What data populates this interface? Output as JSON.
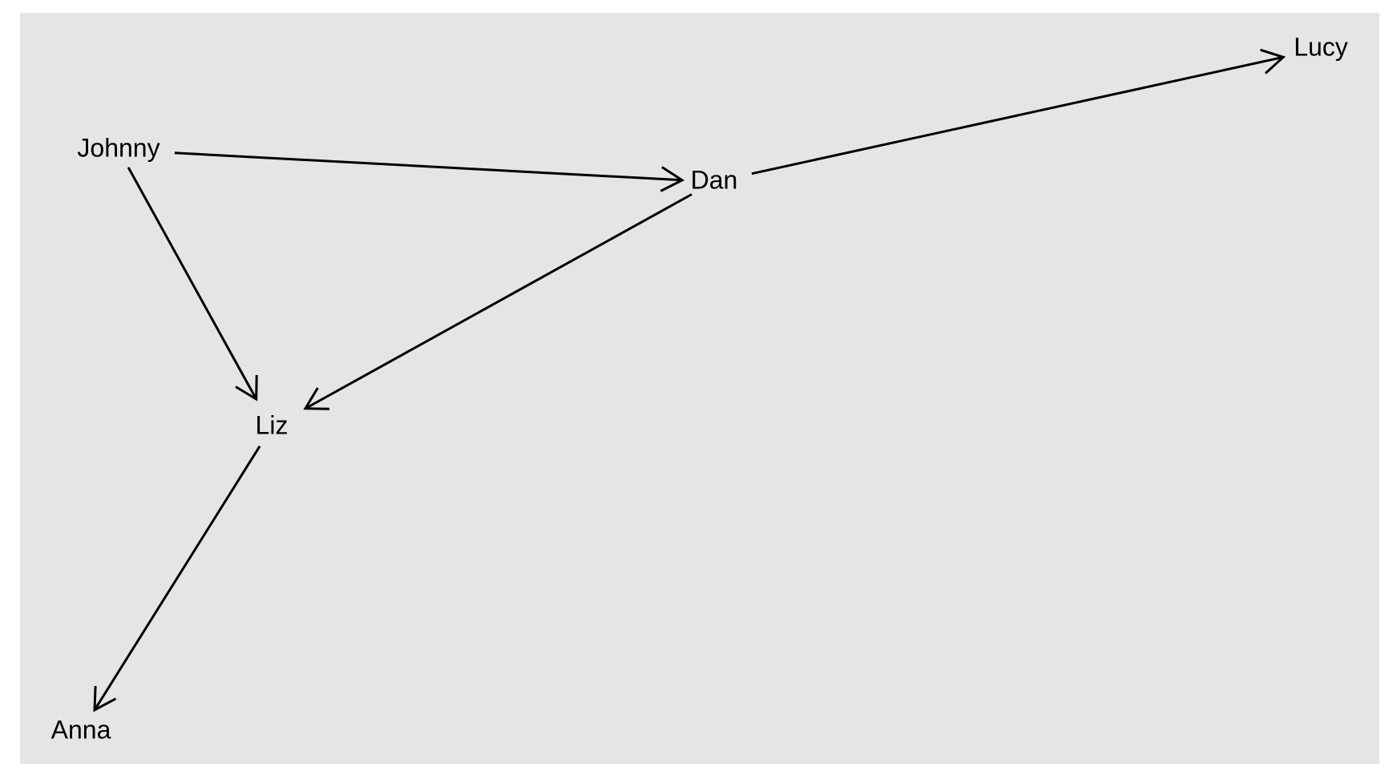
{
  "diagram": {
    "type": "directed-graph",
    "background_color": "#e5e5e5",
    "edge_color": "#000000",
    "label_color": "#000000",
    "nodes": [
      {
        "id": "johnny",
        "label": "Johnny"
      },
      {
        "id": "dan",
        "label": "Dan"
      },
      {
        "id": "lucy",
        "label": "Lucy"
      },
      {
        "id": "liz",
        "label": "Liz"
      },
      {
        "id": "anna",
        "label": "Anna"
      }
    ],
    "edges": [
      {
        "from": "johnny",
        "to": "dan"
      },
      {
        "from": "johnny",
        "to": "liz"
      },
      {
        "from": "dan",
        "to": "lucy"
      },
      {
        "from": "dan",
        "to": "liz"
      },
      {
        "from": "liz",
        "to": "anna"
      }
    ]
  }
}
